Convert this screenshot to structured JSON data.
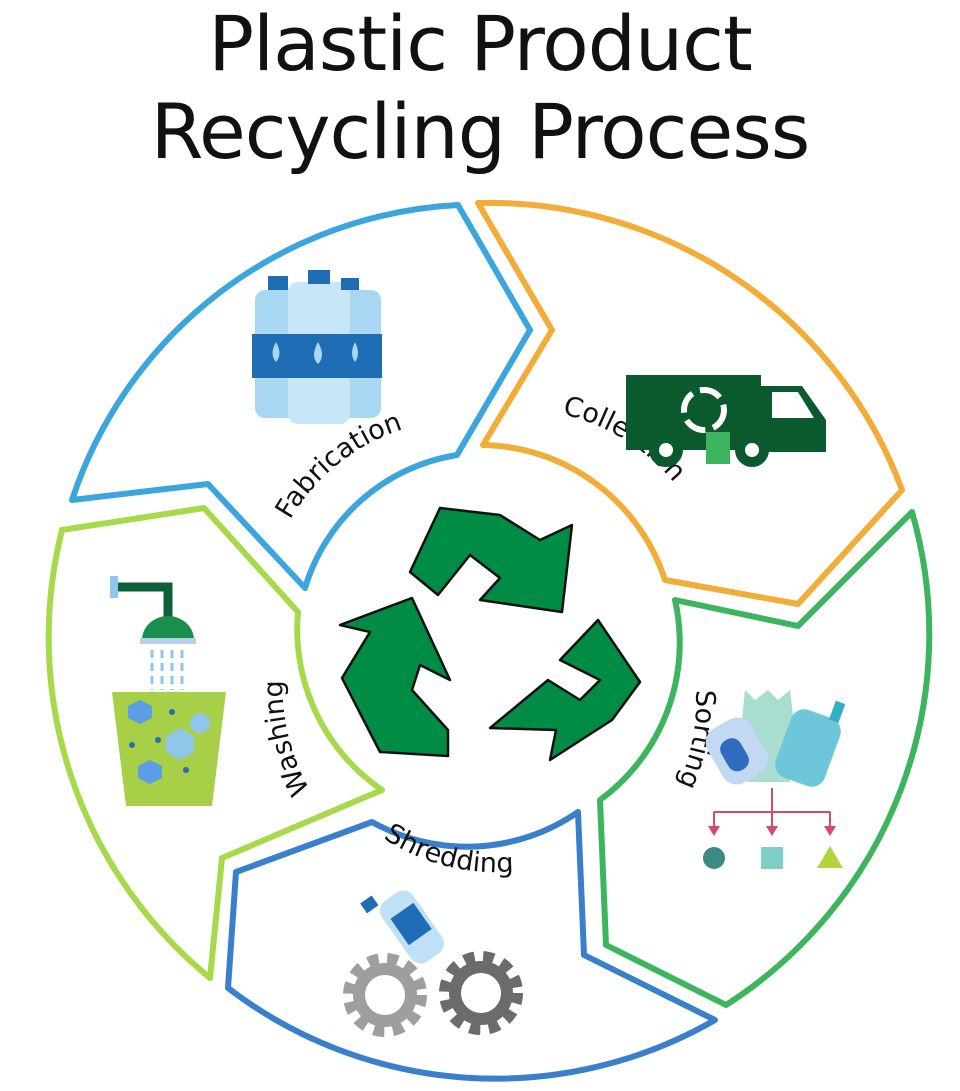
{
  "title": {
    "line1": "Plastic Product",
    "line2": "Recycling Process"
  },
  "stages": [
    {
      "label": "Fabrication",
      "color": "#3aa6dd",
      "icon": "water-bottles-icon"
    },
    {
      "label": "Collection",
      "color": "#f2ac38",
      "icon": "recycling-truck-icon"
    },
    {
      "label": "Sorting",
      "color": "#3cb55e",
      "icon": "sorting-icon"
    },
    {
      "label": "Shredding",
      "color": "#3a7fcc",
      "icon": "shredding-gears-icon"
    },
    {
      "label": "Washing",
      "color": "#a7d94a",
      "icon": "washing-shower-icon"
    }
  ],
  "center_icon": "recycle-arrows-icon",
  "center_color": "#008c44"
}
